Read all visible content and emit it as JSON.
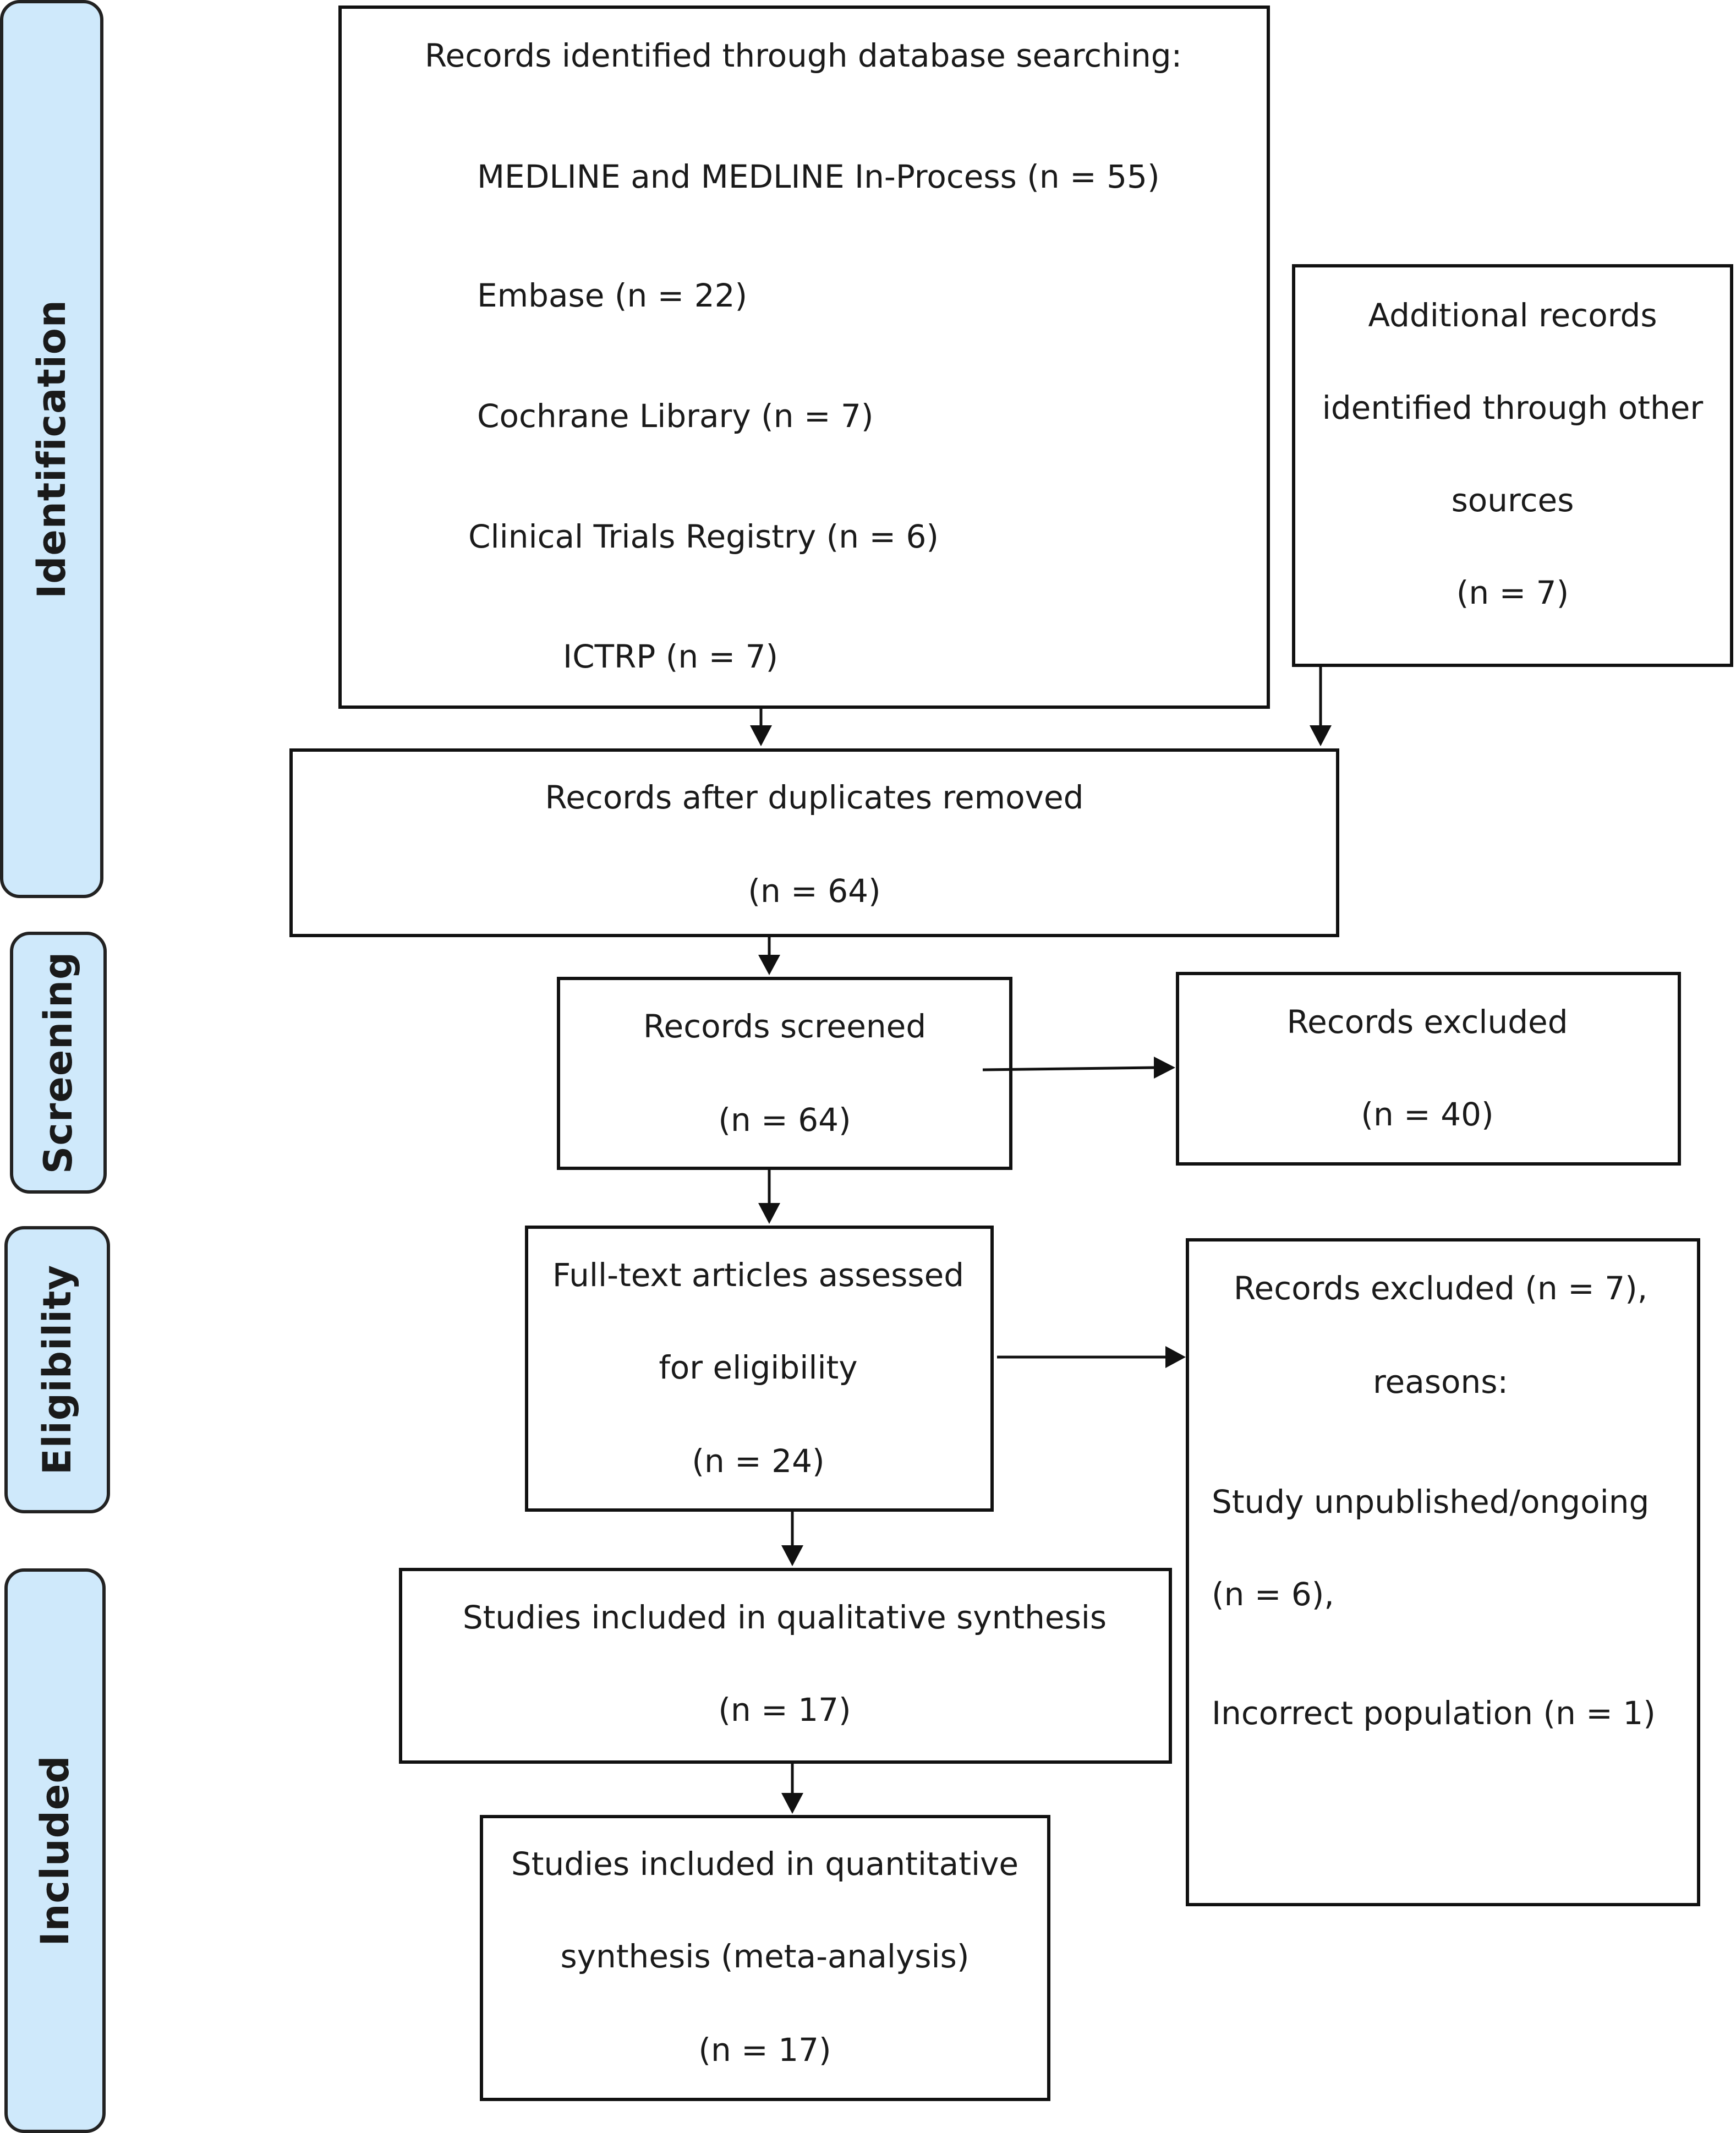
{
  "phases": {
    "identification": "Identification",
    "screening": "Screening",
    "eligibility": "Eligibility",
    "included": "Included"
  },
  "boxes": {
    "database_search": {
      "heading": "Records identified through database searching:",
      "lines": [
        "MEDLINE and MEDLINE In-Process (n = 55)",
        "Embase (n = 22)",
        "Cochrane Library (n = 7)",
        "Clinical Trials Registry (n = 6)",
        "ICTRP (n = 7)"
      ]
    },
    "other_sources": {
      "lines": [
        "Additional records",
        "identified through other",
        "sources",
        "(n = 7)"
      ]
    },
    "after_duplicates": {
      "lines": [
        "Records after duplicates removed",
        "(n = 64)"
      ]
    },
    "screened": {
      "lines": [
        "Records screened",
        "(n = 64)"
      ]
    },
    "excluded_screening": {
      "lines": [
        "Records excluded",
        "(n = 40)"
      ]
    },
    "full_text": {
      "lines": [
        "Full-text articles assessed",
        "for eligibility",
        "(n = 24)"
      ]
    },
    "excluded_eligibility": {
      "lines": [
        "Records excluded (n = 7),",
        "reasons:",
        "Study unpublished/ongoing",
        "(n = 6),",
        "Incorrect population (n = 1)"
      ]
    },
    "qualitative": {
      "lines": [
        "Studies included in qualitative synthesis",
        "(n = 17)"
      ]
    },
    "quantitative": {
      "lines": [
        "Studies included in quantitative",
        "synthesis (meta-analysis)",
        "(n = 17)"
      ]
    }
  }
}
